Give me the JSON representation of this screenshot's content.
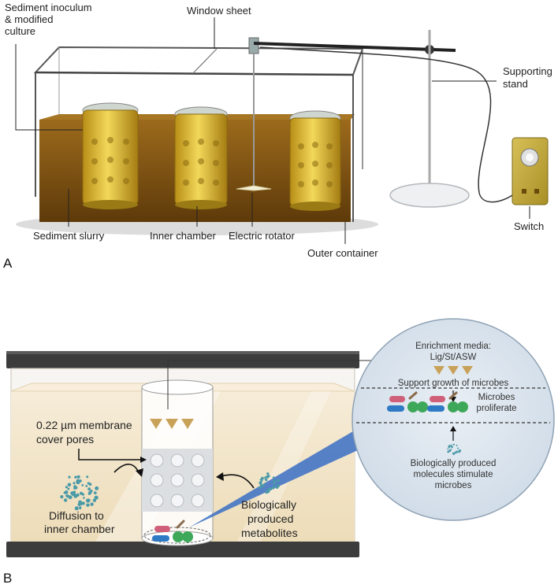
{
  "panel_a": {
    "panel_label": "A",
    "labels": {
      "sediment_inoculum_line1": "Sediment inoculum",
      "sediment_inoculum_line2": "& modified",
      "sediment_inoculum_line3": "culture",
      "window_sheet": "Window sheet",
      "supporting_stand_line1": "Supporting",
      "supporting_stand_line2": "stand",
      "switch": "Switch",
      "sediment_slurry": "Sediment slurry",
      "inner_chamber": "Inner chamber",
      "electric_rotator": "Electric rotator",
      "outer_container": "Outer container"
    },
    "colors": {
      "slurry": "#8a5a12",
      "jar_liquid": "#d9b52a",
      "glass": "#c9d6da"
    }
  },
  "panel_b": {
    "panel_label": "B",
    "labels": {
      "membrane_line1": "0.22 µm membrane",
      "membrane_line2": "cover pores",
      "diffusion_line1": "Diffusion to",
      "diffusion_line2": "inner chamber",
      "metabolites_line1": "Biologically",
      "metabolites_line2": "produced",
      "metabolites_line3": "metabolites"
    },
    "circle": {
      "media_line1": "Enrichment media:",
      "media_line2": "Lig/St/ASW",
      "support_growth": "Support growth of microbes",
      "proliferate_line1": "Microbes",
      "proliferate_line2": "proliferate",
      "stimulate_line1": "Biologically produced",
      "stimulate_line2": "molecules stimulate",
      "stimulate_line3": "microbes"
    },
    "colors": {
      "tank_frame": "#3a3a3a",
      "water": "#f3e6cc",
      "circle_fill": "#dde6ef",
      "zoom_beam": "#3a6fc4",
      "triangle": "#c9a25a",
      "dot_teal": "#4a9aa8"
    }
  }
}
